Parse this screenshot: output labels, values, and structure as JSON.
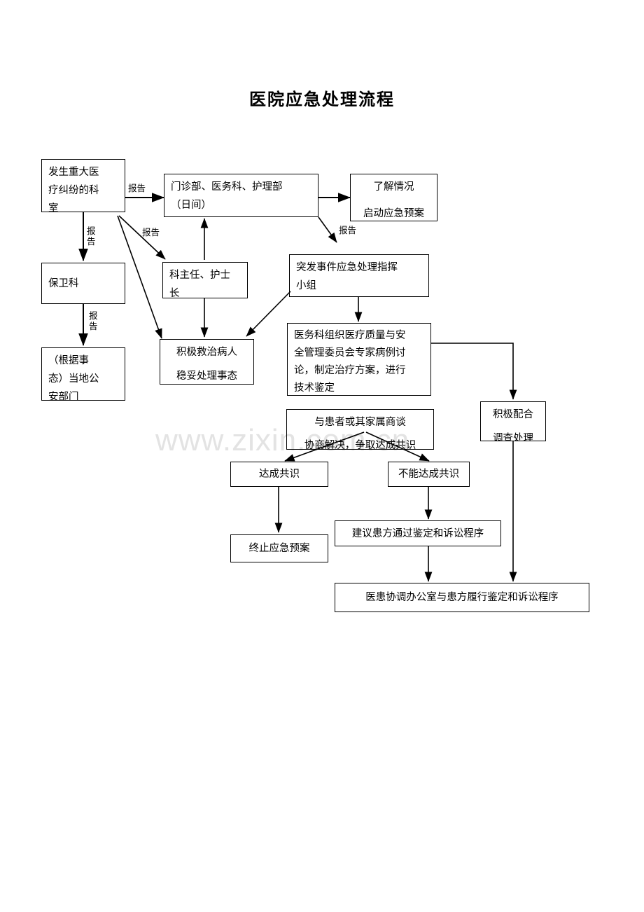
{
  "page": {
    "title": "医院应急处理流程",
    "watermark": "www.zixin.com.cn"
  },
  "chart_data": {
    "type": "diagram",
    "diagram_kind": "flowchart",
    "title": "医院应急处理流程",
    "nodes": [
      {
        "id": "n1",
        "label": "发生重大医疗纠纷的科室",
        "lines": [
          "发生重大医",
          "疗纠纷的科",
          "室"
        ]
      },
      {
        "id": "n2",
        "label": "门诊部、医务科、护理部（日间）",
        "lines": [
          "门诊部、医务科、护理部",
          "（日间）"
        ]
      },
      {
        "id": "n3",
        "label": "了解情况 启动应急预案",
        "lines": [
          "了解情况",
          "启动应急预案"
        ]
      },
      {
        "id": "n4",
        "label": "保卫科",
        "lines": [
          "保卫科"
        ]
      },
      {
        "id": "n5",
        "label": "（根据事态）当地公安部门",
        "lines": [
          "（根据事",
          "态）当地公",
          "安部门"
        ]
      },
      {
        "id": "n6",
        "label": "科主任、护士长",
        "lines": [
          "科主任、护士",
          "长"
        ]
      },
      {
        "id": "n7",
        "label": "积极救治病人 稳妥处理事态",
        "lines": [
          "积极救治病人",
          "稳妥处理事态"
        ]
      },
      {
        "id": "n8",
        "label": "突发事件应急处理指挥小组",
        "lines": [
          "突发事件应急处理指挥",
          "小组"
        ]
      },
      {
        "id": "n9",
        "label": "医务科组织医疗质量与安全管理委员会专家病例讨论，制定治疗方案，进行技术鉴定",
        "lines": [
          "医务科组织医疗质量与安",
          "全管理委员会专家病例讨",
          "论，制定治疗方案，进行",
          "技术鉴定"
        ]
      },
      {
        "id": "n10",
        "label": "积极配合 调查处理",
        "lines": [
          "积极配合",
          "调查处理"
        ]
      },
      {
        "id": "n11",
        "label": "与患者或其家属商谈 协商解决，争取达成共识",
        "lines": [
          "与患者或其家属商谈",
          "协商解决，争取达成共识"
        ]
      },
      {
        "id": "n12",
        "label": "达成共识",
        "lines": [
          "达成共识"
        ]
      },
      {
        "id": "n13",
        "label": "不能达成共识",
        "lines": [
          "不能达成共识"
        ]
      },
      {
        "id": "n14",
        "label": "终止应急预案",
        "lines": [
          "终止应急预案"
        ]
      },
      {
        "id": "n15",
        "label": "建议患方通过鉴定和诉讼程序",
        "lines": [
          "建议患方通过鉴定和诉讼程序"
        ]
      },
      {
        "id": "n16",
        "label": "医患协调办公室与患方履行鉴定和诉讼程序",
        "lines": [
          "医患协调办公室与患方履行鉴定和诉讼程序"
        ]
      }
    ],
    "edges": [
      {
        "from": "n1",
        "to": "n2",
        "label": "报告"
      },
      {
        "from": "n1",
        "to": "n4",
        "label": "报告"
      },
      {
        "from": "n1",
        "to": "n6",
        "label": "报告"
      },
      {
        "from": "n1",
        "to": "n7",
        "label": ""
      },
      {
        "from": "n2",
        "to": "n3",
        "label": ""
      },
      {
        "from": "n2",
        "to": "n8",
        "label": "报告"
      },
      {
        "from": "n4",
        "to": "n5",
        "label": "报告"
      },
      {
        "from": "n6",
        "to": "n2",
        "label": ""
      },
      {
        "from": "n6",
        "to": "n7",
        "label": ""
      },
      {
        "from": "n8",
        "to": "n7",
        "label": ""
      },
      {
        "from": "n8",
        "to": "n9",
        "label": ""
      },
      {
        "from": "n9",
        "to": "n10",
        "label": ""
      },
      {
        "from": "n11",
        "to": "n12",
        "label": ""
      },
      {
        "from": "n11",
        "to": "n13",
        "label": ""
      },
      {
        "from": "n12",
        "to": "n14",
        "label": ""
      },
      {
        "from": "n13",
        "to": "n15",
        "label": ""
      },
      {
        "from": "n15",
        "to": "n16",
        "label": ""
      },
      {
        "from": "n10",
        "to": "n16",
        "label": ""
      }
    ],
    "edge_labels": {
      "e_n1_n2": "报告",
      "e_n1_n4": "报告",
      "e_n1_n6": "报告",
      "e_n2_n8": "报告",
      "e_n4_n5": "报告"
    }
  }
}
